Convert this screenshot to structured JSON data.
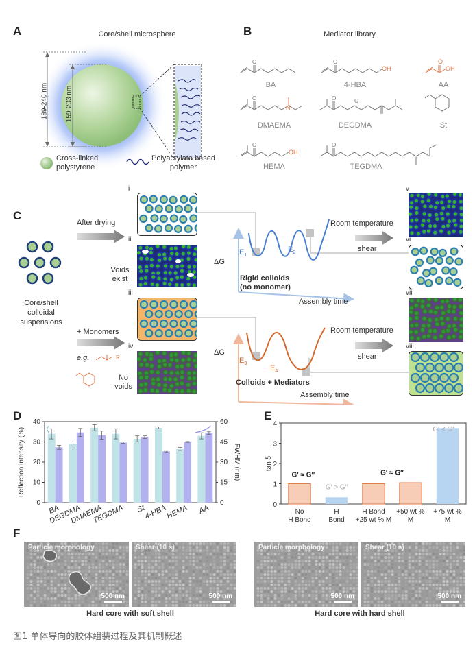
{
  "panels": {
    "a": "A",
    "b": "B",
    "c": "C",
    "d": "D",
    "e": "E",
    "f": "F"
  },
  "panel_a": {
    "title": "Core/shell microsphere",
    "dim_outer": "189-240 nm",
    "dim_inner": "159-203 nm",
    "legend_core": "Cross-linked polystyrene",
    "legend_core_line1": "Cross-linked",
    "legend_core_line2": "polystyrene",
    "legend_polymer_line1": "Polyacrylate based",
    "legend_polymer_line2": "polymer"
  },
  "panel_b": {
    "title": "Mediator library",
    "mediators": [
      "BA",
      "4-HBA",
      "AA",
      "DMAEMA",
      "DEGDMA",
      "St",
      "HEMA",
      "TEGDMA"
    ],
    "oh": "OH",
    "n": "N",
    "o": "O"
  },
  "panel_c": {
    "left_label_line1": "Core/shell",
    "left_label_line2": "colloidal",
    "left_label_line3": "suspensions",
    "after_drying": "After drying",
    "plus_monomers": "+ Monomers",
    "eg": "e.g.",
    "eg_r": "R",
    "voids_exist_line1": "Voids",
    "voids_exist_line2": "exist",
    "no_voids_line1": "No",
    "no_voids_line2": "voids",
    "roman": [
      "i",
      "ii",
      "iii",
      "iv",
      "v",
      "vi",
      "vii",
      "viii"
    ],
    "delta_g": "ΔG",
    "e1": "E1",
    "e2": "E2",
    "e3": "E3",
    "e4": "E4",
    "e_sub": [
      "1",
      "2",
      "3",
      "4"
    ],
    "e_letter": "E",
    "rigid_line1": "Rigid colloids",
    "rigid_line2": "(no monomer)",
    "mediators_label": "Colloids + Mediators",
    "assembly_time": "Assembly time",
    "room_temp": "Room temperature",
    "shear": "shear"
  },
  "panel_f": {
    "tiles": [
      {
        "label": "Particle morphology",
        "scale": "500 nm"
      },
      {
        "label": "Shear (10 s)",
        "scale": "500 nm"
      },
      {
        "label": "Particle morphology",
        "scale": "500 nm"
      },
      {
        "label": "Shear (10 s)",
        "scale": "500 nm"
      }
    ],
    "caption_left": "Hard core with soft shell",
    "caption_right": "Hard core with hard shell"
  },
  "figure_caption": "图1 单体导向的胶体组装过程及其机制概述",
  "colors": {
    "teal_bar": "#bfe3e6",
    "purple_bar": "#b3b0f0",
    "orange": "#e07a4a",
    "blue_line": "#5a8ed0",
    "orange_bar": "#f7cdb8",
    "blue_bar": "#b7d4f0"
  },
  "chart_data": [
    {
      "type": "bar",
      "categories": [
        "BA",
        "DEGDMA",
        "DMAEMA",
        "TEGDMA",
        "St",
        "4-HBA",
        "HEMA",
        "AA"
      ],
      "series": [
        {
          "axis": "left",
          "values": [
            34,
            29,
            37,
            34,
            31.5,
            37,
            26.5,
            33
          ],
          "errors": [
            2.5,
            2,
            1.5,
            2.5,
            1.5,
            0.5,
            0.8,
            1.5
          ]
        },
        {
          "axis": "right",
          "values": [
            41,
            52,
            50,
            44.5,
            48.5,
            38,
            45,
            51.5
          ],
          "errors": [
            1.5,
            3,
            3,
            0.5,
            1,
            0.5,
            0.3,
            1
          ]
        }
      ],
      "ylabel": "Reflection intensity (%)",
      "y2label": "FWHM (nm)",
      "ylim": [
        0,
        40
      ],
      "y2lim": [
        0,
        60
      ],
      "yticks": [
        0,
        10,
        20,
        30,
        40
      ],
      "y2ticks": [
        0,
        15,
        30,
        45,
        60
      ]
    },
    {
      "type": "bar",
      "categories": [
        "No H Bond",
        "H Bond",
        "H Bond +25 wt % M",
        "+50 wt % M",
        "+75 wt % M"
      ],
      "category_lines": [
        [
          "No",
          "H Bond"
        ],
        [
          "H",
          "Bond"
        ],
        [
          "H Bond",
          "+25 wt % M"
        ],
        [
          "+50 wt %",
          "M"
        ],
        [
          "+75 wt %",
          "M"
        ]
      ],
      "values": [
        1.0,
        0.33,
        1.0,
        1.05,
        3.75
      ],
      "ylabel": "tan δ",
      "ylim": [
        0,
        4
      ],
      "yticks": [
        0,
        1,
        2,
        3,
        4
      ],
      "annotations": [
        "G′ ≈ G″",
        "G′ > G″",
        "G′ ≈ G″",
        "G′ < G″"
      ]
    }
  ]
}
